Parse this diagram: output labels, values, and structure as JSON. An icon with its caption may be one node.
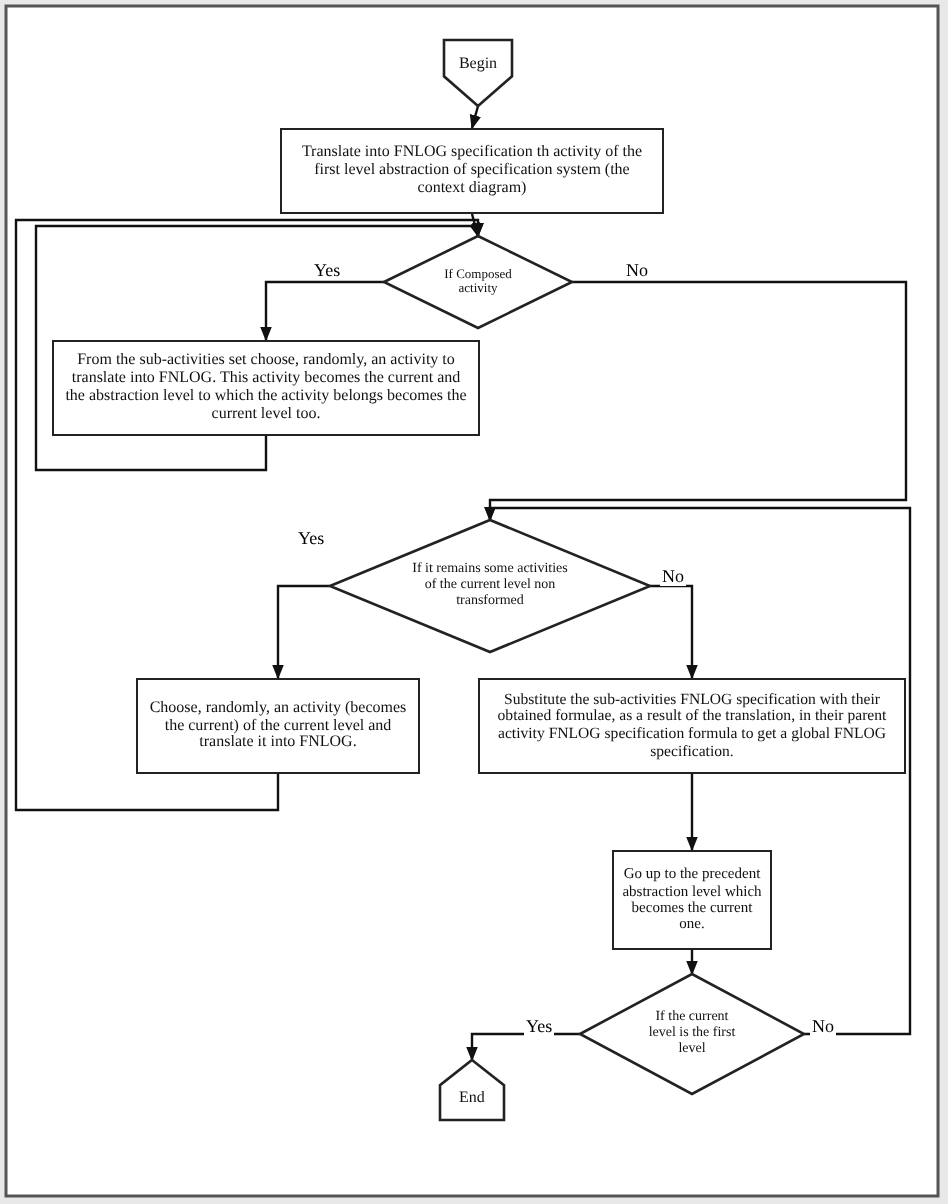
{
  "diagram": {
    "nodes": [
      {
        "text": [
          "Begin"
        ]
      },
      {
        "text": [
          "Translate into FNLOG specification th activity of the first level abstraction of specification system (the context diagram)"
        ]
      },
      {
        "text": [
          "If Composed activity"
        ]
      },
      {
        "text": [
          "From the sub-activities set choose, randomly, an activity to translate into FNLOG. This activity becomes the current and the abstraction level to which the activity belongs becomes the current level too."
        ]
      },
      {
        "text": [
          "If it remains some activities of the current level non transformed"
        ]
      },
      {
        "text": [
          "Choose, randomly, an activity (becomes the current) of the current level and translate it into FNLOG."
        ]
      },
      {
        "text": [
          "Substitute the sub-activities FNLOG specification with their obtained formulae, as a result of the translation, in their parent activity FNLOG specification formula to get a global FNLOG specification."
        ]
      },
      {
        "text": [
          "Go up to the precedent abstraction level which becomes the current one."
        ]
      },
      {
        "text": [
          "If the current level is the first level"
        ]
      },
      {
        "text": [
          "End"
        ]
      }
    ],
    "edges": [
      {
        "from": 0,
        "to": 1,
        "arrow": "to"
      },
      {
        "from": 1,
        "to": 2,
        "arrow": "to"
      },
      {
        "from": 2,
        "to": 3,
        "arrow": "to",
        "label": "Yes"
      },
      {
        "from": 2,
        "to": 4,
        "arrow": "to",
        "label": "No"
      },
      {
        "from": 3,
        "to": 2,
        "arrow": "to"
      },
      {
        "from": 4,
        "to": 5,
        "arrow": "to",
        "label": "Yes"
      },
      {
        "from": 4,
        "to": 6,
        "arrow": "to",
        "label": "No"
      },
      {
        "from": 5,
        "to": 2,
        "arrow": "to"
      },
      {
        "from": 6,
        "to": 7,
        "arrow": "to"
      },
      {
        "from": 7,
        "to": 8,
        "arrow": "to"
      },
      {
        "from": 8,
        "to": 9,
        "arrow": "to",
        "label": "Yes"
      },
      {
        "from": 8,
        "to": 4,
        "arrow": "to",
        "label": "No"
      }
    ]
  }
}
